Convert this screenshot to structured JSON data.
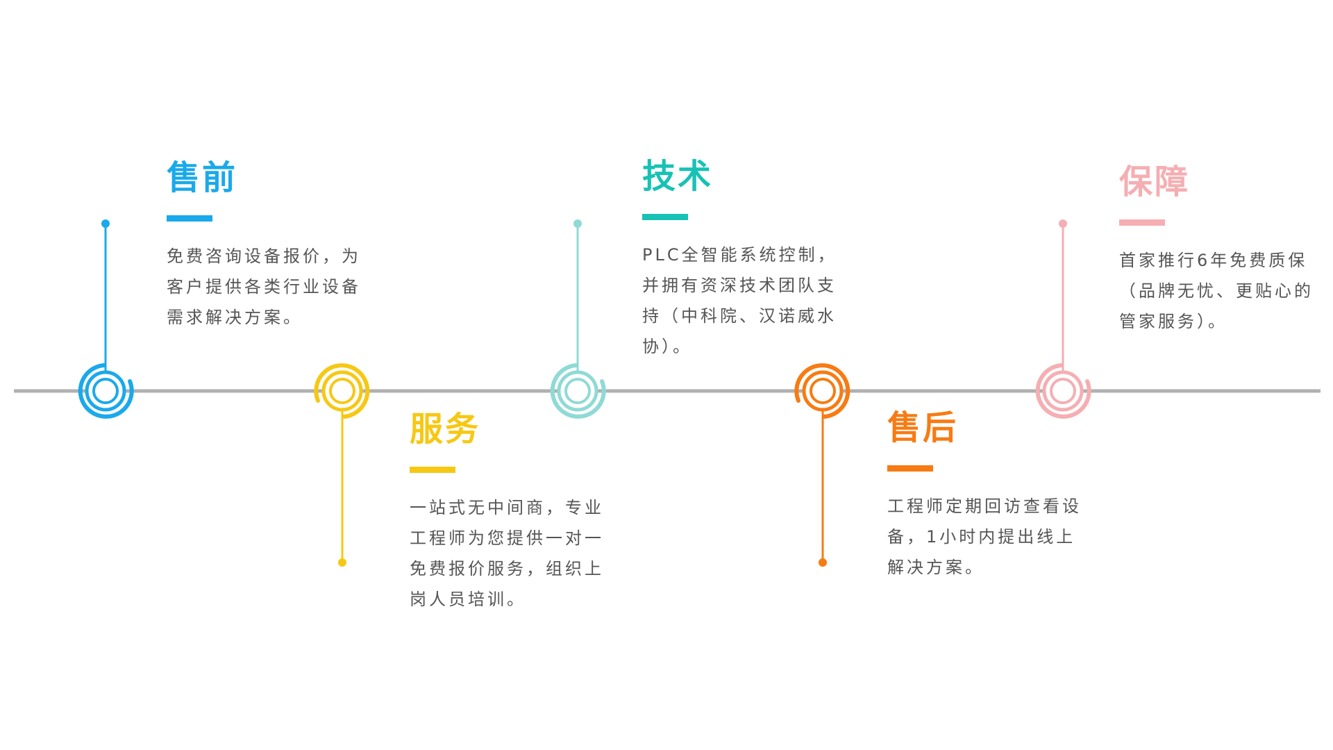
{
  "stages": [
    {
      "id": "presale",
      "title": "售前",
      "description": [
        "免费咨询设备报价，为",
        "客户提供各类行业设备",
        "需求解决方案。"
      ],
      "color": "#1aa9ea"
    },
    {
      "id": "service",
      "title": "服务",
      "description": [
        "一站式无中间商，专业",
        "工程师为您提供一对一",
        "免费报价服务，组织上",
        "岗人员培训。"
      ],
      "color": "#f6c814"
    },
    {
      "id": "technology",
      "title": "技术",
      "description": [
        "PLC全智能系统控制，",
        "并拥有资深技术团队支",
        "持（中科院、汉诺威水",
        "协）。"
      ],
      "color": "#17c2b4",
      "node_color": "#8fdad5"
    },
    {
      "id": "aftersale",
      "title": "售后",
      "description": [
        "工程师定期回访查看设",
        "备，1小时内提出线上",
        "解决方案。"
      ],
      "color": "#f77b13"
    },
    {
      "id": "guarantee",
      "title": "保障",
      "description": [
        "首家推行6年免费质保",
        "（品牌无忧、更贴心的",
        "管家服务）。"
      ],
      "color": "#f5aeb2"
    }
  ],
  "line_color": "#b0b0b0"
}
